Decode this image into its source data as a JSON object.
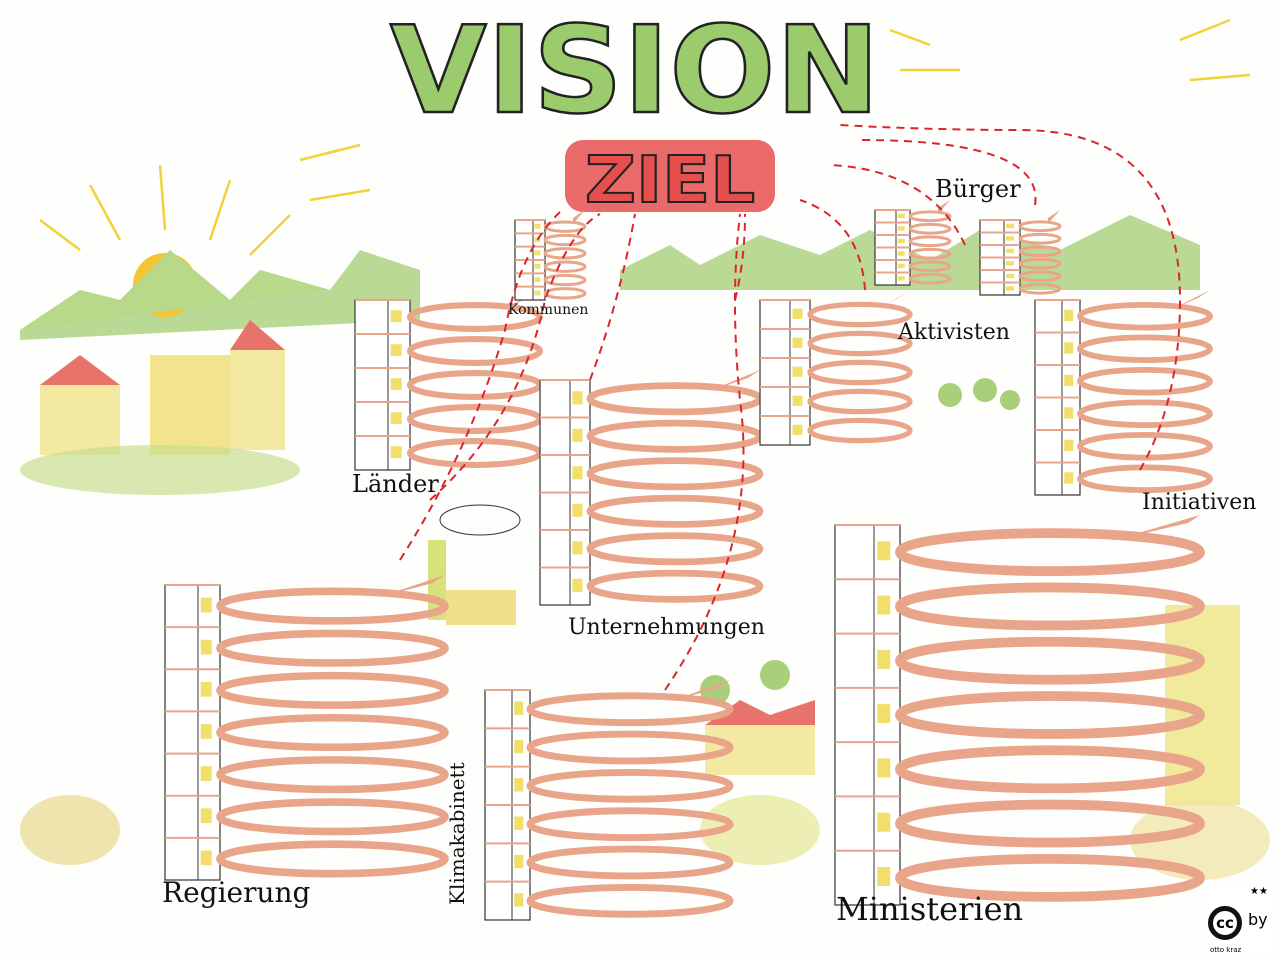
{
  "title": {
    "vision": "VISION",
    "goal": "ZIEL"
  },
  "labels": {
    "laender": "Länder",
    "kommunen": "Kommunen",
    "unternehmungen": "Unternehmungen",
    "buerger": "Bürger",
    "aktivisten": "Aktivisten",
    "initiativen": "Initiativen",
    "regierung": "Regierung",
    "klimakabinett": "Klimakabinett",
    "ministerien": "Ministerien"
  },
  "license": {
    "cc": "cc",
    "by": "by",
    "author": "otto kraz"
  },
  "colors": {
    "accent_red": "#e5504f",
    "green": "#8cc063",
    "yellow": "#f1df6a",
    "spiral": "#e9a58a",
    "dash": "#d9262b"
  }
}
